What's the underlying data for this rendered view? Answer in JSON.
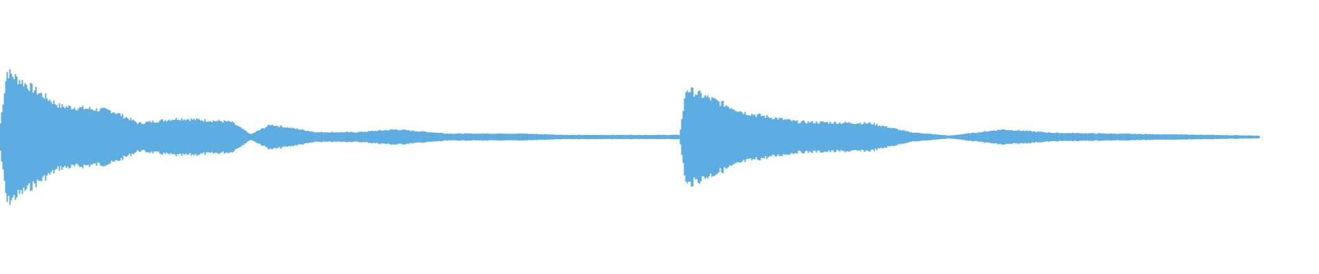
{
  "waveform": {
    "color": "#5dade2",
    "background": "#ffffff",
    "segments": [
      {
        "t_start": 0.0,
        "t_end": 0.005,
        "amp_start": 0.2,
        "amp_end": 0.95
      },
      {
        "t_start": 0.005,
        "t_end": 0.045,
        "amp_start": 0.95,
        "amp_end": 0.45
      },
      {
        "t_start": 0.045,
        "t_end": 0.085,
        "amp_start": 0.45,
        "amp_end": 0.38
      },
      {
        "t_start": 0.085,
        "t_end": 0.105,
        "amp_start": 0.38,
        "amp_end": 0.2
      },
      {
        "t_start": 0.105,
        "t_end": 0.135,
        "amp_start": 0.2,
        "amp_end": 0.27
      },
      {
        "t_start": 0.135,
        "t_end": 0.175,
        "amp_start": 0.27,
        "amp_end": 0.22
      },
      {
        "t_start": 0.175,
        "t_end": 0.19,
        "amp_start": 0.22,
        "amp_end": 0.04
      },
      {
        "t_start": 0.19,
        "t_end": 0.205,
        "amp_start": 0.04,
        "amp_end": 0.18
      },
      {
        "t_start": 0.205,
        "t_end": 0.24,
        "amp_start": 0.18,
        "amp_end": 0.07
      },
      {
        "t_start": 0.24,
        "t_end": 0.27,
        "amp_start": 0.07,
        "amp_end": 0.07
      },
      {
        "t_start": 0.27,
        "t_end": 0.3,
        "amp_start": 0.07,
        "amp_end": 0.11
      },
      {
        "t_start": 0.3,
        "t_end": 0.34,
        "amp_start": 0.11,
        "amp_end": 0.05
      },
      {
        "t_start": 0.34,
        "t_end": 0.395,
        "amp_start": 0.05,
        "amp_end": 0.05
      },
      {
        "t_start": 0.395,
        "t_end": 0.43,
        "amp_start": 0.05,
        "amp_end": 0.03
      },
      {
        "t_start": 0.43,
        "t_end": 0.515,
        "amp_start": 0.03,
        "amp_end": 0.03
      },
      {
        "t_start": 0.515,
        "t_end": 0.52,
        "amp_start": 0.03,
        "amp_end": 0.7
      },
      {
        "t_start": 0.52,
        "t_end": 0.565,
        "amp_start": 0.7,
        "amp_end": 0.35
      },
      {
        "t_start": 0.565,
        "t_end": 0.605,
        "amp_start": 0.35,
        "amp_end": 0.22
      },
      {
        "t_start": 0.605,
        "t_end": 0.66,
        "amp_start": 0.22,
        "amp_end": 0.2
      },
      {
        "t_start": 0.66,
        "t_end": 0.69,
        "amp_start": 0.2,
        "amp_end": 0.07
      },
      {
        "t_start": 0.69,
        "t_end": 0.72,
        "amp_start": 0.07,
        "amp_end": 0.02
      },
      {
        "t_start": 0.72,
        "t_end": 0.76,
        "amp_start": 0.02,
        "amp_end": 0.11
      },
      {
        "t_start": 0.76,
        "t_end": 0.8,
        "amp_start": 0.11,
        "amp_end": 0.06
      },
      {
        "t_start": 0.8,
        "t_end": 0.88,
        "amp_start": 0.06,
        "amp_end": 0.04
      },
      {
        "t_start": 0.88,
        "t_end": 0.955,
        "amp_start": 0.04,
        "amp_end": 0.02
      }
    ]
  }
}
